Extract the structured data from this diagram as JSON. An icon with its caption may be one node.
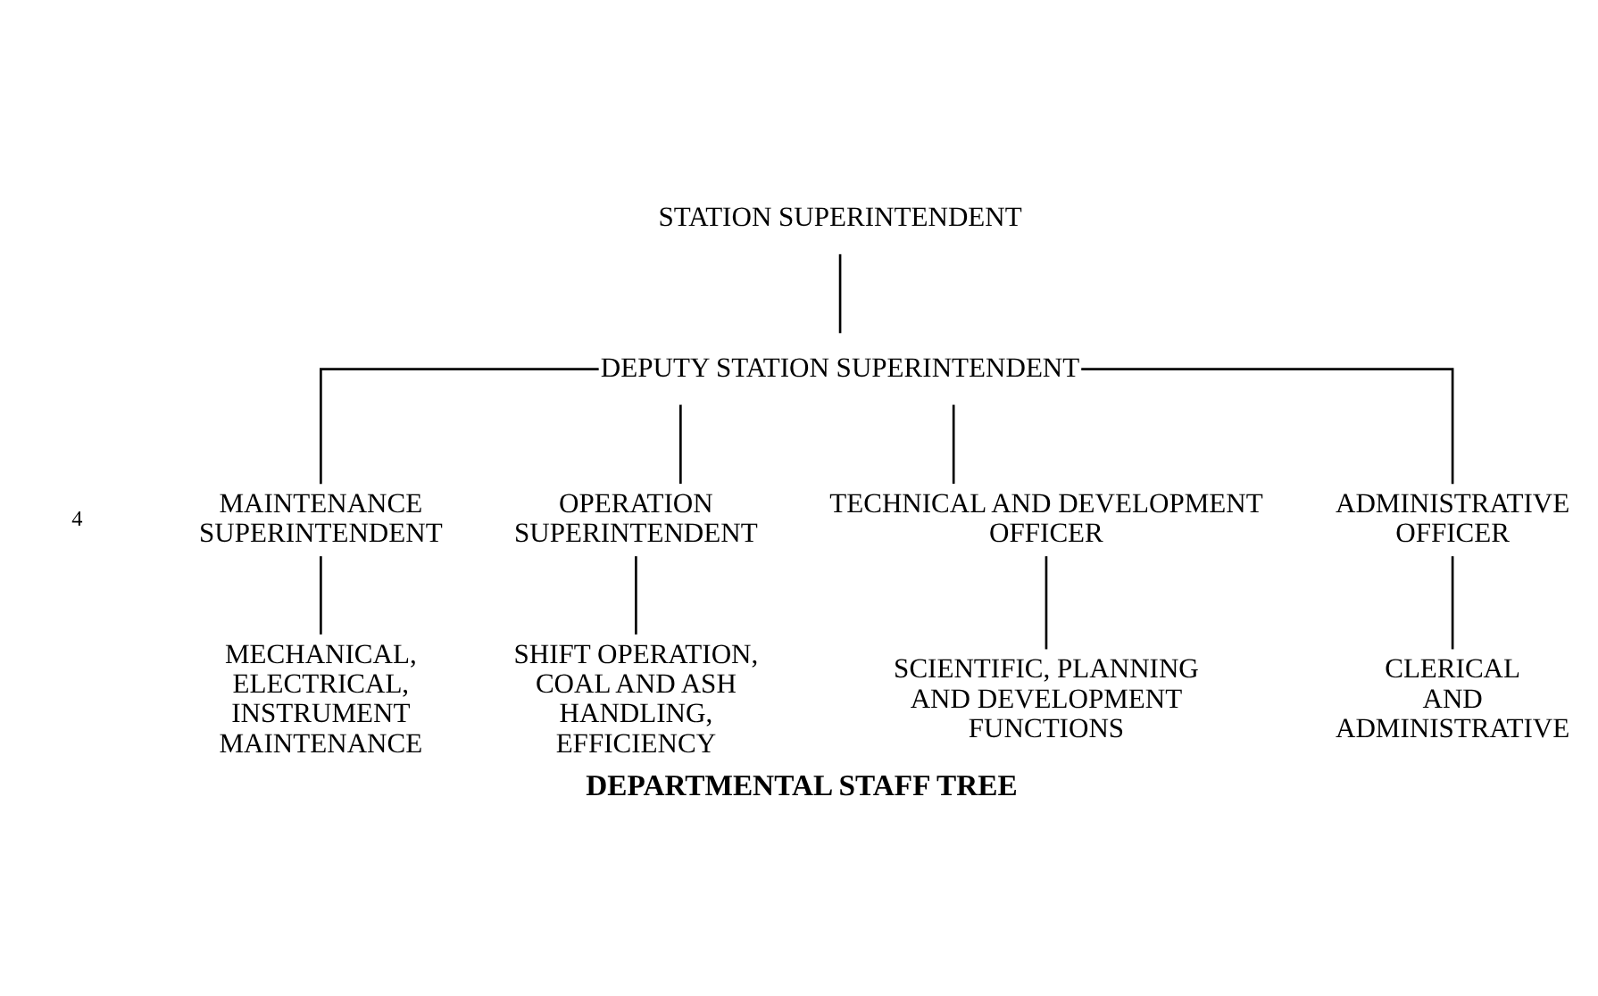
{
  "diagram": {
    "caption": "DEPARTMENTAL STAFF TREE",
    "nodes": [
      {
        "text": [
          "STATION SUPERINTENDENT"
        ]
      },
      {
        "text": [
          "DEPUTY STATION SUPERINTENDENT"
        ]
      },
      {
        "text": [
          "MAINTENANCE SUPERINTENDENT"
        ]
      },
      {
        "text": [
          "OPERATION SUPERINTENDENT"
        ]
      },
      {
        "text": [
          "TECHNICAL AND DEVELOPMENT OFFICER"
        ]
      },
      {
        "text": [
          "ADMINISTRATIVE OFFICER"
        ]
      },
      {
        "text": [
          "MECHANICAL, ELECTRICAL, INSTRUMENT MAINTENANCE"
        ]
      },
      {
        "text": [
          "SHIFT OPERATION, COAL AND ASH HANDLING, EFFICIENCY"
        ]
      },
      {
        "text": [
          "SCIENTIFIC, PLANNING AND DEVELOPMENT FUNCTIONS"
        ]
      },
      {
        "text": [
          "CLERICAL AND ADMINISTRATIVE"
        ]
      }
    ],
    "edges": [
      {
        "from": 0,
        "to": 1,
        "arrow": "none"
      },
      {
        "from": 1,
        "to": 2,
        "arrow": "none"
      },
      {
        "from": 1,
        "to": 3,
        "arrow": "none"
      },
      {
        "from": 1,
        "to": 4,
        "arrow": "none"
      },
      {
        "from": 1,
        "to": 5,
        "arrow": "none"
      },
      {
        "from": 2,
        "to": 6,
        "arrow": "none"
      },
      {
        "from": 3,
        "to": 7,
        "arrow": "none"
      },
      {
        "from": 4,
        "to": 8,
        "arrow": "none"
      },
      {
        "from": 5,
        "to": 9,
        "arrow": "none"
      }
    ],
    "labels": [
      "4"
    ]
  }
}
